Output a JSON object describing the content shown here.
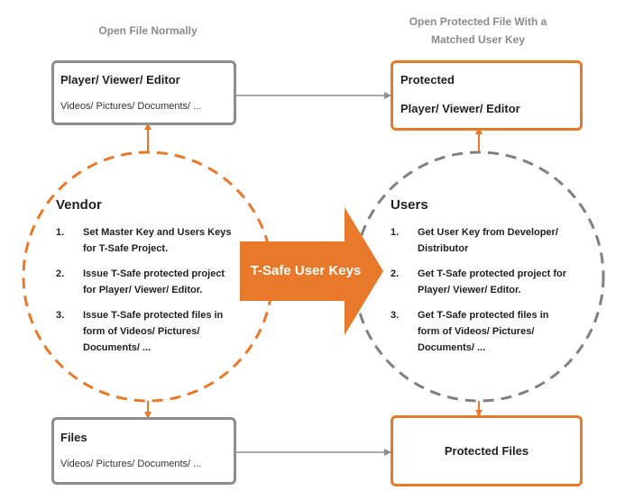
{
  "headings": {
    "left": "Open File Normally",
    "right_line1": "Open Protected File With a",
    "right_line2": "Matched User Key"
  },
  "player_box": {
    "title": "Player/ Viewer/ Editor",
    "subtitle": "Videos/ Pictures/ Documents/ ..."
  },
  "protected_player_box": {
    "line1": "Protected",
    "line2": "Player/ Viewer/ Editor"
  },
  "files_box": {
    "title": "Files",
    "subtitle": "Videos/ Pictures/ Documents/ ..."
  },
  "protected_files_box": {
    "title": "Protected  Files"
  },
  "vendor": {
    "title": "Vendor",
    "steps": [
      {
        "num": "1.",
        "line1": "Set Master Key and Users Keys",
        "line2": "for T-Safe Project."
      },
      {
        "num": "2.",
        "line1": "Issue T-Safe protected project",
        "line2": "for Player/ Viewer/ Editor."
      },
      {
        "num": "3.",
        "line1": "Issue T-Safe protected files in",
        "line2": "form of Videos/ Pictures/",
        "line3": "Documents/ ..."
      }
    ]
  },
  "users": {
    "title": "Users",
    "steps": [
      {
        "num": "1.",
        "line1": "Get User Key from Developer/",
        "line2": "Distributor"
      },
      {
        "num": "2.",
        "line1": "Get T-Safe protected project for",
        "line2": "Player/ Viewer/ Editor."
      },
      {
        "num": "3.",
        "line1": "Get T-Safe protected files in",
        "line2": "form of Videos/ Pictures/",
        "line3": "Documents/ ..."
      }
    ]
  },
  "center_arrow": {
    "label": "T-Safe User Keys"
  },
  "colors": {
    "orange": "#e8792b",
    "gray": "#8c8c8c",
    "text": "#1f1f1f",
    "heading": "#8a8a8a"
  }
}
